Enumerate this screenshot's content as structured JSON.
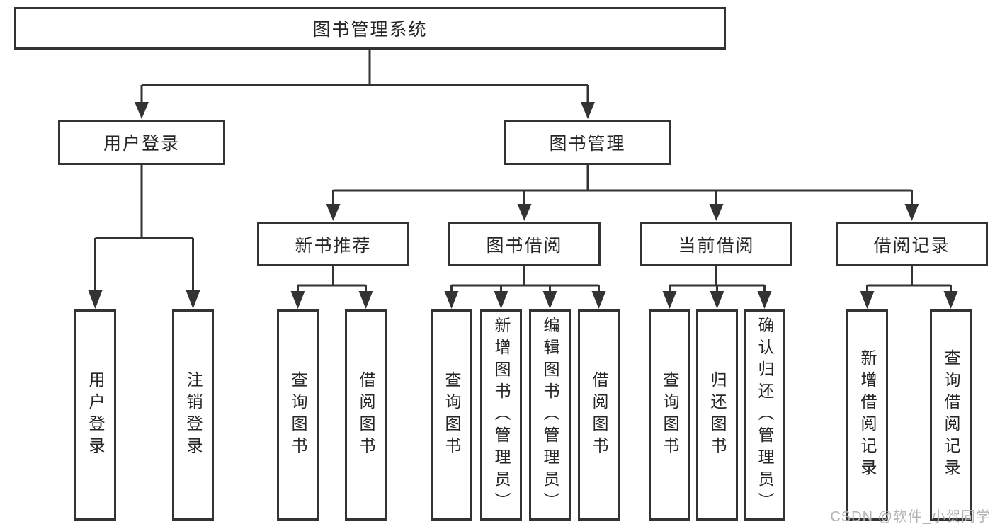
{
  "colors": {
    "line": "#333333",
    "box_border": "#333333",
    "text": "#262626",
    "watermark": "#b3b3b3",
    "background": "#ffffff"
  },
  "watermark": {
    "text": "CSDN @软件_小贺同学"
  },
  "tree": {
    "root": {
      "label": "图书管理系统",
      "children": [
        {
          "label": "用户登录",
          "children": [
            {
              "label": "用户登录"
            },
            {
              "label": "注销登录"
            }
          ]
        },
        {
          "label": "图书管理",
          "children": [
            {
              "label": "新书推荐",
              "children": [
                {
                  "label": "查询图书"
                },
                {
                  "label": "借阅图书"
                }
              ]
            },
            {
              "label": "图书借阅",
              "children": [
                {
                  "label": "查询图书"
                },
                {
                  "label": "新增图书（管理员）"
                },
                {
                  "label": "编辑图书（管理员）"
                },
                {
                  "label": "借阅图书"
                }
              ]
            },
            {
              "label": "当前借阅",
              "children": [
                {
                  "label": "查询图书"
                },
                {
                  "label": "归还图书"
                },
                {
                  "label": "确认归还（管理员）"
                }
              ]
            },
            {
              "label": "借阅记录",
              "children": [
                {
                  "label": "新增借阅记录"
                },
                {
                  "label": "查询借阅记录"
                }
              ]
            }
          ]
        }
      ]
    }
  }
}
